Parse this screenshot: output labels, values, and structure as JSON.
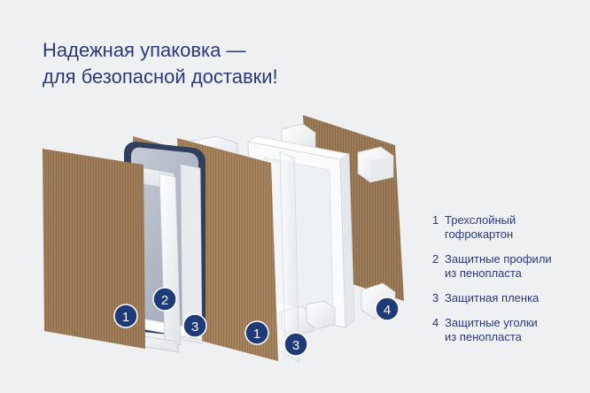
{
  "title": {
    "line1": "Надежная упаковка —",
    "line2": "для безопасной  доставки!"
  },
  "badges": [
    "1",
    "2",
    "3",
    "1",
    "3",
    "4"
  ],
  "legend": [
    {
      "num": "1",
      "lines": [
        "Трехслойный",
        "гофрокартон"
      ]
    },
    {
      "num": "2",
      "lines": [
        "Защитные профили",
        "из пенопласта"
      ]
    },
    {
      "num": "3",
      "lines": [
        "Защитная пленка"
      ]
    },
    {
      "num": "4",
      "lines": [
        "Защитные уголки",
        "из пенопласта"
      ]
    }
  ],
  "colors": {
    "title": "#2b3a7a",
    "badge": "#1f3a78",
    "cardboard": "#a6835f",
    "background": "#eef0f2"
  }
}
